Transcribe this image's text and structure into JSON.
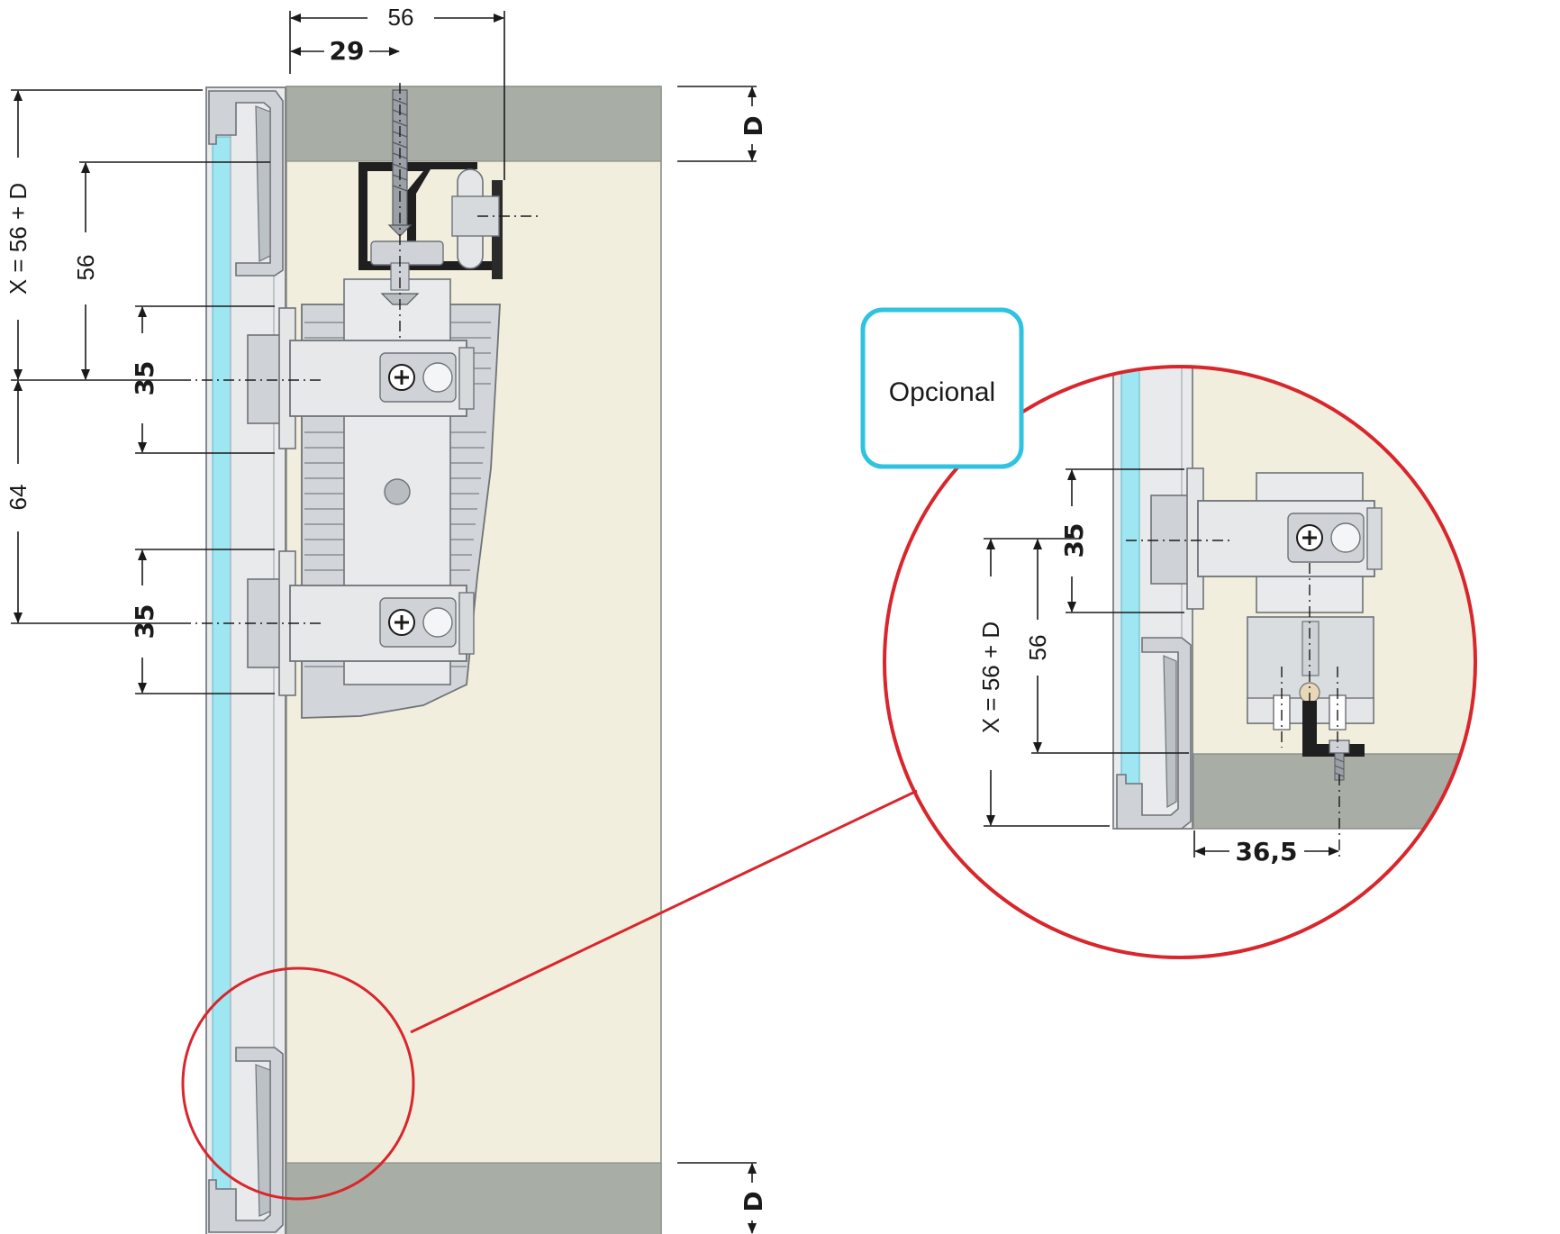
{
  "main_view": {
    "dim_top_total": "56",
    "dim_top_offset": "29",
    "dim_x_formula": "X = 56 + D",
    "dim_left_56": "56",
    "dim_left_64": "64",
    "dim_35_upper": "35",
    "dim_35_lower": "35",
    "dim_d_top": "D",
    "dim_d_bottom": "D"
  },
  "detail_view": {
    "optional_label": "Opcional",
    "dim_35": "35",
    "dim_x_formula": "X = 56 + D",
    "dim_56": "56",
    "dim_36_5": "36,5"
  },
  "colors": {
    "panel": "#f2eedd",
    "rail": "#a8aea5",
    "glass": "#9ee6f2",
    "detail_circle": "#d8262c",
    "optional_box": "#2ec3e0"
  }
}
